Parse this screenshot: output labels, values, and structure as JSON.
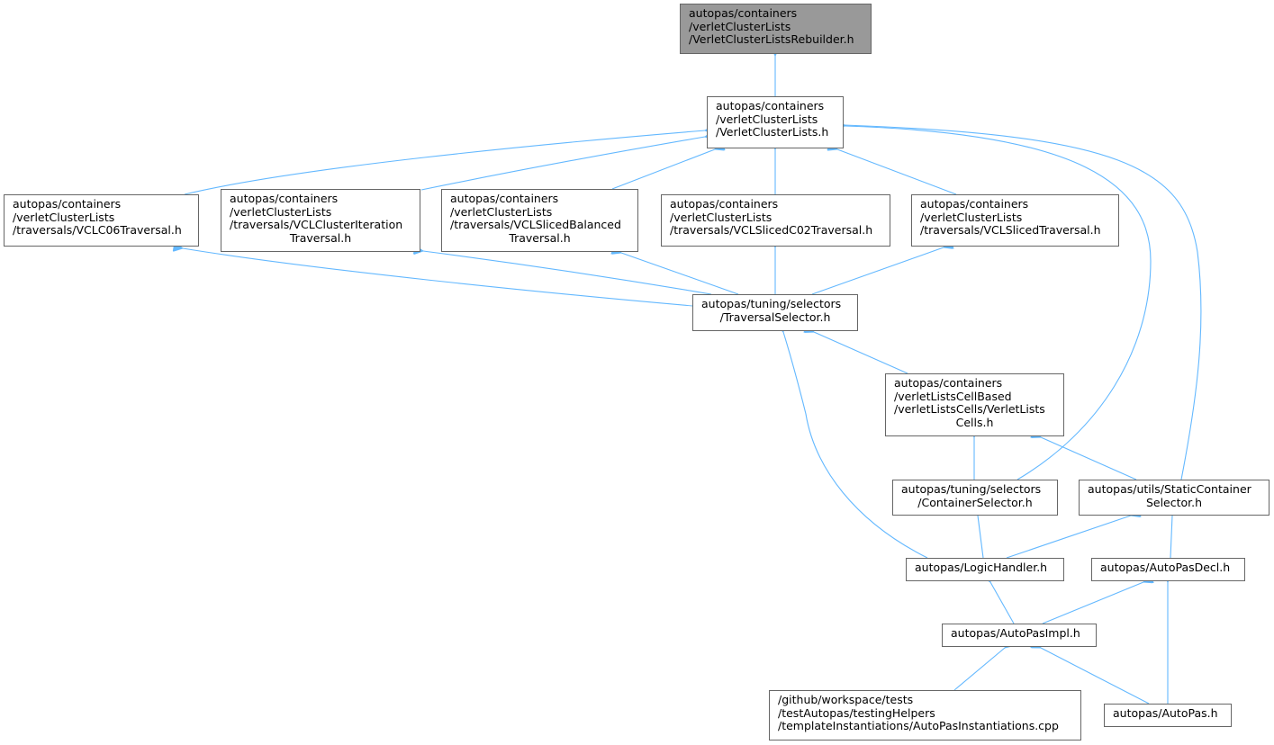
{
  "colors": {
    "edge": "#63b8ff",
    "node_border": "#666666",
    "root_fill": "#999999",
    "node_fill": "#ffffff"
  },
  "nodes": {
    "rebuilder": {
      "lines": [
        "autopas/containers",
        "/verletClusterLists",
        "/VerletClusterListsRebuilder.h"
      ]
    },
    "vcl": {
      "lines": [
        "autopas/containers",
        "/verletClusterLists",
        "/VerletClusterLists.h"
      ]
    },
    "vclc06": {
      "lines": [
        "autopas/containers",
        "/verletClusterLists",
        "/traversals/VCLC06Traversal.h"
      ]
    },
    "clusteriter": {
      "lines": [
        "autopas/containers",
        "/verletClusterLists",
        "/traversals/VCLClusterIteration",
        "Traversal.h"
      ]
    },
    "slicedbal": {
      "lines": [
        "autopas/containers",
        "/verletClusterLists",
        "/traversals/VCLSlicedBalanced",
        "Traversal.h"
      ]
    },
    "slicedc02": {
      "lines": [
        "autopas/containers",
        "/verletClusterLists",
        "/traversals/VCLSlicedC02Traversal.h"
      ]
    },
    "sliced": {
      "lines": [
        "autopas/containers",
        "/verletClusterLists",
        "/traversals/VCLSlicedTraversal.h"
      ]
    },
    "travsel": {
      "lines": [
        "autopas/tuning/selectors",
        "/TraversalSelector.h"
      ]
    },
    "vlcells": {
      "lines": [
        "autopas/containers",
        "/verletListsCellBased",
        "/verletListsCells/VerletLists",
        "Cells.h"
      ]
    },
    "contsel": {
      "lines": [
        "autopas/tuning/selectors",
        "/ContainerSelector.h"
      ]
    },
    "staticsel": {
      "lines": [
        "autopas/utils/StaticContainer",
        "Selector.h"
      ]
    },
    "logic": {
      "lines": [
        "autopas/LogicHandler.h"
      ]
    },
    "decl": {
      "lines": [
        "autopas/AutoPasDecl.h"
      ]
    },
    "impl": {
      "lines": [
        "autopas/AutoPasImpl.h"
      ]
    },
    "inst": {
      "lines": [
        "/github/workspace/tests",
        "/testAutopas/testingHelpers",
        "/templateInstantiations/AutoPasInstantiations.cpp"
      ]
    },
    "autopas": {
      "lines": [
        "autopas/AutoPas.h"
      ]
    }
  }
}
